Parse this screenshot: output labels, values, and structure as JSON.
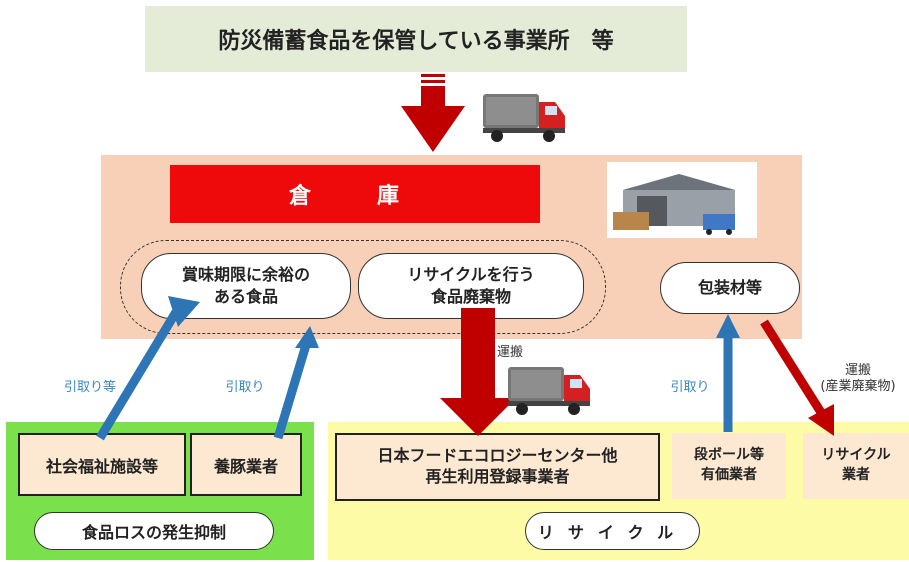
{
  "top": {
    "title": "防災備蓄食品を保管している事業所　等"
  },
  "warehouse": {
    "banner": "倉　庫",
    "surplus_food": "賞味期限に余裕の\nある食品",
    "recycle_waste": "リサイクルを行う\n食品廃棄物",
    "packaging": "包装材等"
  },
  "destinations": {
    "welfare": "社会福祉施設等",
    "pig_farm": "養豚業者",
    "ecology": "日本フードエコロジーセンター他\n再生利用登録事業者",
    "cardboard": "段ボール等\n有価業者",
    "industrial": "リサイクル\n業者"
  },
  "groups": {
    "food_loss": "食品ロスの発生抑制",
    "recycle": "リサイクル"
  },
  "labels": {
    "pickup_etc": "引取り等",
    "pickup": "引取り",
    "transport": "運搬",
    "pickup_cardboard": "引取り",
    "transport_industrial": "運搬\n(産業廃棄物)"
  },
  "icons": {
    "truck": "truck-icon",
    "warehouse": "warehouse-icon"
  },
  "colors": {
    "red_arrow": "#c00000",
    "blue_arrow": "#2e75b6",
    "banner_red": "#ee0a0a",
    "green_area": "#7ae04c",
    "yellow_area": "#fdfba6",
    "warehouse_bg": "#f8d0b8"
  }
}
